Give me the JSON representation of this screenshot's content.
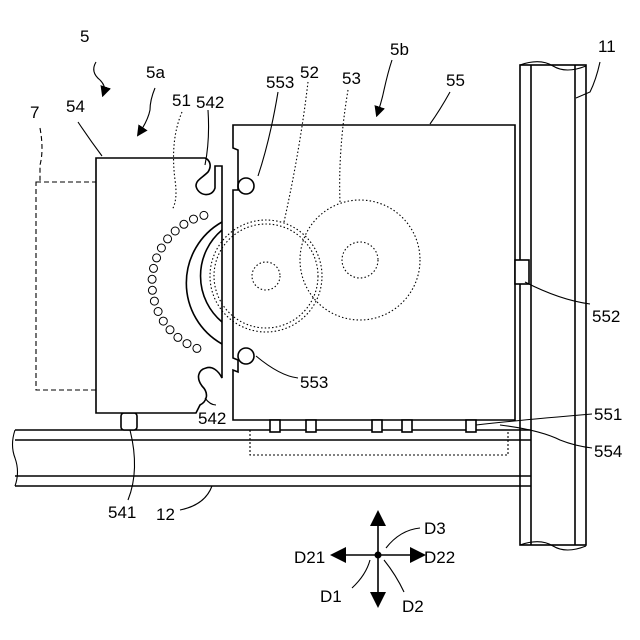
{
  "labels": {
    "l5": "5",
    "l5a": "5a",
    "l5b": "5b",
    "l7": "7",
    "l54": "54",
    "l51": "51",
    "l542_top": "542",
    "l542_bottom": "542",
    "l553_top": "553",
    "l553_bottom": "553",
    "l52": "52",
    "l53": "53",
    "l55": "55",
    "l11": "11",
    "l552": "552",
    "l551": "551",
    "l554": "554",
    "l541": "541",
    "l12": "12"
  },
  "directions": {
    "d1": "D1",
    "d2": "D2",
    "d3": "D3",
    "d21": "D21",
    "d22": "D22"
  }
}
